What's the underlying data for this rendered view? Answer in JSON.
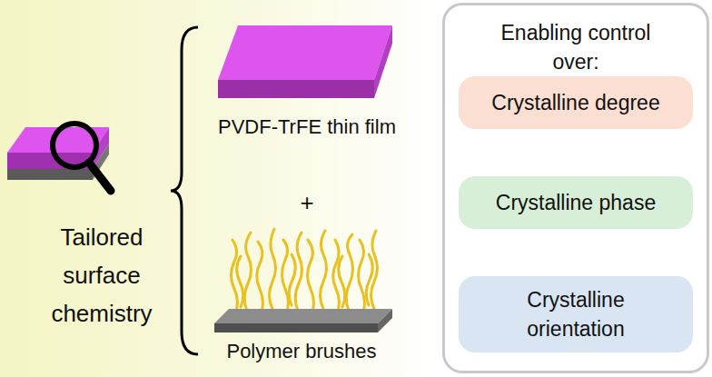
{
  "diagram": {
    "nodes": [
      {
        "text": [
          "Enabling control over:"
        ]
      },
      {
        "text": [
          "Crystalline degree"
        ],
        "in": 0
      },
      {
        "text": [
          "Crystalline phase"
        ],
        "in": 0
      },
      {
        "text": [
          "Crystalline orientation"
        ],
        "in": 0
      }
    ],
    "labels": [
      "Tailored surface chemistry",
      "PVDF-TrFE thin film",
      "+",
      "Polymer brushes"
    ]
  }
}
